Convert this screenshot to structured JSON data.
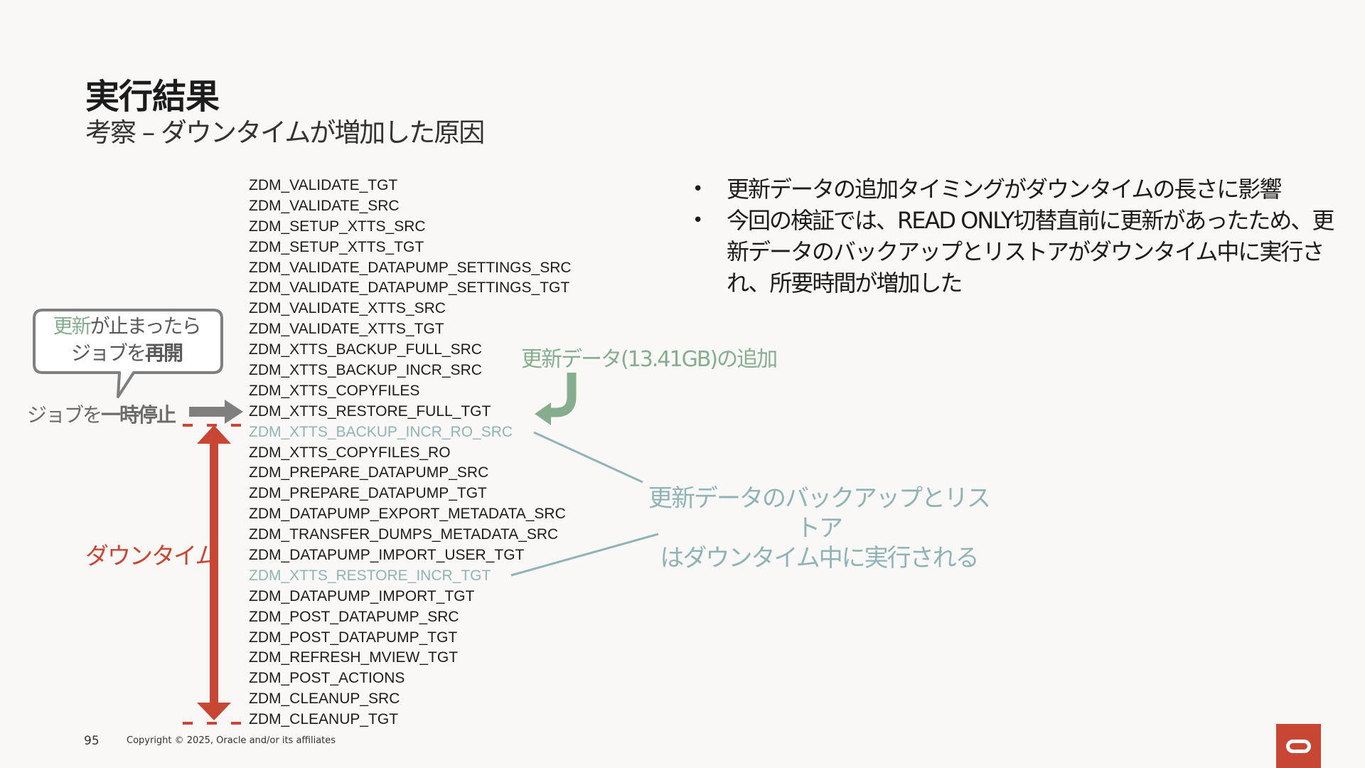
{
  "slide": {
    "title": "実行結果",
    "subtitle": "考察 – ダウンタイムが増加した原因"
  },
  "jobs": [
    {
      "name": "ZDM_VALIDATE_TGT",
      "highlight": false
    },
    {
      "name": "ZDM_VALIDATE_SRC",
      "highlight": false
    },
    {
      "name": "ZDM_SETUP_XTTS_SRC",
      "highlight": false
    },
    {
      "name": "ZDM_SETUP_XTTS_TGT",
      "highlight": false
    },
    {
      "name": "ZDM_VALIDATE_DATAPUMP_SETTINGS_SRC",
      "highlight": false
    },
    {
      "name": "ZDM_VALIDATE_DATAPUMP_SETTINGS_TGT",
      "highlight": false
    },
    {
      "name": "ZDM_VALIDATE_XTTS_SRC",
      "highlight": false
    },
    {
      "name": "ZDM_VALIDATE_XTTS_TGT",
      "highlight": false
    },
    {
      "name": "ZDM_XTTS_BACKUP_FULL_SRC",
      "highlight": false
    },
    {
      "name": "ZDM_XTTS_BACKUP_INCR_SRC",
      "highlight": false
    },
    {
      "name": "ZDM_XTTS_COPYFILES",
      "highlight": false
    },
    {
      "name": "ZDM_XTTS_RESTORE_FULL_TGT",
      "highlight": false
    },
    {
      "name": "ZDM_XTTS_BACKUP_INCR_RO_SRC",
      "highlight": true
    },
    {
      "name": "ZDM_XTTS_COPYFILES_RO",
      "highlight": false
    },
    {
      "name": "ZDM_PREPARE_DATAPUMP_SRC",
      "highlight": false
    },
    {
      "name": "ZDM_PREPARE_DATAPUMP_TGT",
      "highlight": false
    },
    {
      "name": "ZDM_DATAPUMP_EXPORT_METADATA_SRC",
      "highlight": false
    },
    {
      "name": "ZDM_TRANSFER_DUMPS_METADATA_SRC",
      "highlight": false
    },
    {
      "name": "ZDM_DATAPUMP_IMPORT_USER_TGT",
      "highlight": false
    },
    {
      "name": "ZDM_XTTS_RESTORE_INCR_TGT",
      "highlight": true
    },
    {
      "name": "ZDM_DATAPUMP_IMPORT_TGT",
      "highlight": false
    },
    {
      "name": "ZDM_POST_DATAPUMP_SRC",
      "highlight": false
    },
    {
      "name": "ZDM_POST_DATAPUMP_TGT",
      "highlight": false
    },
    {
      "name": "ZDM_REFRESH_MVIEW_TGT",
      "highlight": false
    },
    {
      "name": "ZDM_POST_ACTIONS",
      "highlight": false
    },
    {
      "name": "ZDM_CLEANUP_SRC",
      "highlight": false
    },
    {
      "name": "ZDM_CLEANUP_TGT",
      "highlight": false
    }
  ],
  "bullets": [
    {
      "bullet": "•",
      "text": "更新データの追加タイミングがダウンタイムの長さに影響"
    },
    {
      "bullet": "•",
      "text": "今回の検証では、READ ONLY切替直前に更新があったため、更新データのバックアップとリストアがダウンタイム中に実行され、所要時間が増加した"
    }
  ],
  "callout": {
    "line1_green": "更新",
    "line1_rest": "が止まったら",
    "line2_plain": "ジョブを",
    "line2_bold": "再開"
  },
  "pause_label": {
    "plain": "ジョブを",
    "bold": "一時停止"
  },
  "downtime_label": "ダウンタイム",
  "update_data_label": "更新データ(13.41GB)の追加",
  "note": {
    "line1": "更新データのバックアップとリストア",
    "line2": "はダウンタイム中に実行される"
  },
  "footer": {
    "page_number": "95",
    "copyright": "Copyright © 2025, Oracle and/or its affiliates"
  },
  "colors": {
    "red": "#c74634",
    "green": "#85ad8e",
    "teal": "#8fb3b6",
    "gray": "#6b6b6b",
    "background": "#f9f8f6"
  },
  "icons": {
    "logo": "oracle-logo-icon"
  }
}
